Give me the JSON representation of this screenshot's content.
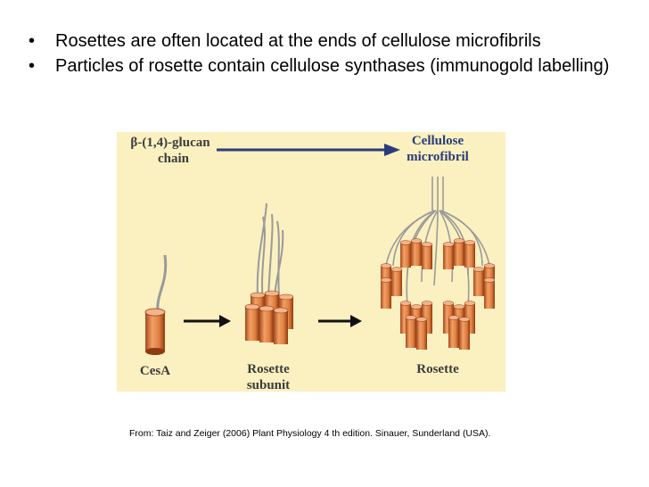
{
  "bullets": [
    "Rosettes are often located at the ends of cellulose microfibrils",
    "Particles of rosette contain cellulose synthases (immunogold labelling)"
  ],
  "figure": {
    "chain_label_1": "β-(1,4)-glucan",
    "chain_label_2": "chain",
    "microfibril_label_1": "Cellulose",
    "microfibril_label_2": "microfibril",
    "cesa_label": "CesA",
    "subunit_label_1": "Rosette",
    "subunit_label_2": "subunit",
    "rosette_label": "Rosette",
    "colors": {
      "background": "#fbf0c0",
      "cylinder": "#e2844a",
      "arrow_top": "#2a3d7a",
      "strand": "#9a9a9a"
    }
  },
  "caption": "From: Taiz and Zeiger (2006) Plant Physiology 4 th edition. Sinauer, Sunderland (USA)."
}
